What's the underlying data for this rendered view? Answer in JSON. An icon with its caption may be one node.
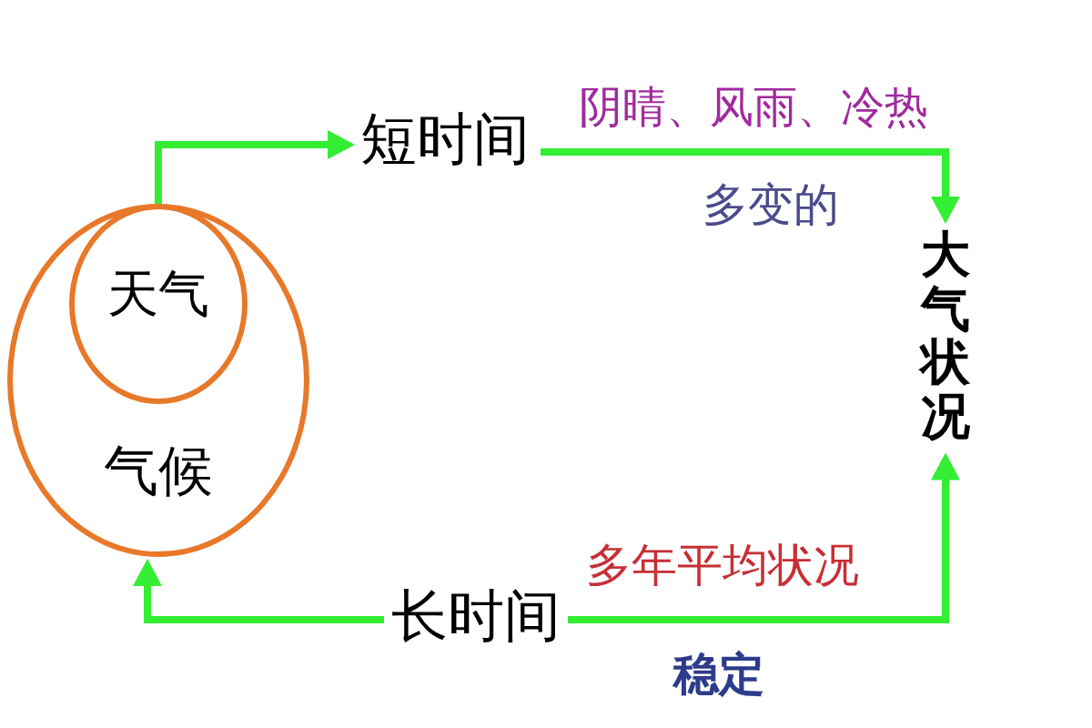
{
  "diagram": {
    "nodes": [
      {
        "text": [
          "气候"
        ]
      },
      {
        "text": [
          "天气"
        ],
        "in": 0
      },
      {
        "text": [
          "短时间"
        ]
      },
      {
        "text": [
          "大气状况"
        ]
      },
      {
        "text": [
          "长时间"
        ]
      }
    ],
    "edges": [
      {
        "from": 1,
        "to": 2,
        "arrow": "to"
      },
      {
        "from": 2,
        "to": 3,
        "arrow": "to",
        "label": "阴晴、风雨、冷热"
      },
      {
        "from": 4,
        "to": 3,
        "arrow": "to",
        "label": "多年平均状况"
      },
      {
        "from": 4,
        "to": 0,
        "arrow": "to"
      }
    ],
    "labels": [
      "多变的",
      "稳定"
    ]
  }
}
